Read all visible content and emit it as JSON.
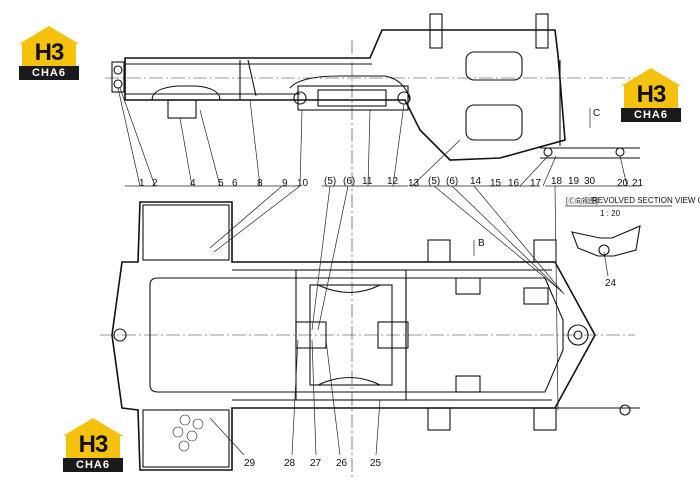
{
  "brand": {
    "monogram": "H3",
    "wordmark": "CHA6",
    "accent": "#f4c20d",
    "dark": "#1a1a1a"
  },
  "section_view": {
    "cn": "[Ⓒ向视图]",
    "title": "REVOLVED SECTION VIEW C",
    "scale": "1 : 20"
  },
  "view_arrows": {
    "b": "B",
    "c": "C"
  },
  "top_callouts": [
    "1",
    "2",
    "4",
    "5",
    "6",
    "8",
    "9",
    "10",
    "(5)",
    "(6)",
    "11",
    "12",
    "13",
    "(5)",
    "(6)",
    "14",
    "15",
    "16",
    "17",
    "18",
    "19",
    "30",
    "20",
    "21"
  ],
  "side_callouts": [
    "24"
  ],
  "bottom_callouts": [
    "29",
    "28",
    "27",
    "26",
    "25"
  ]
}
